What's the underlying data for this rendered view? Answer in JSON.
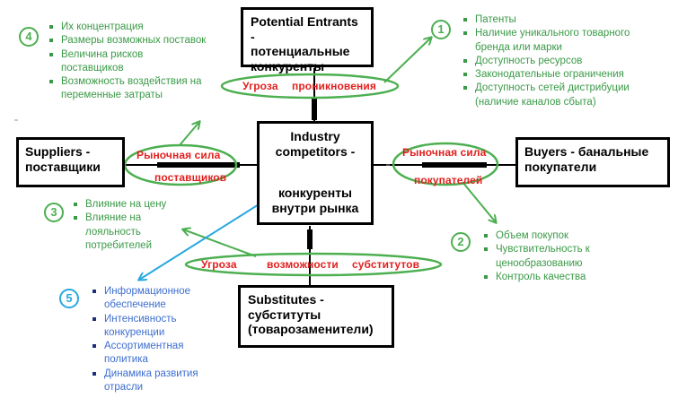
{
  "boxes": {
    "entrants": {
      "line1": "Potential Entrants -",
      "line2": "потенциальные конкуренты"
    },
    "industry": {
      "line1": "Industry competitors -",
      "line2": "конкуренты внутри рынка"
    },
    "suppliers": {
      "line1": "Suppliers -",
      "line2": "поставщики"
    },
    "buyers": {
      "line1": "Buyers - банальные",
      "line2": "покупатели"
    },
    "substitutes": {
      "line1": "Substitutes -",
      "line2": "субституты (товарозаменители)"
    }
  },
  "ovals": {
    "entry": {
      "a": "Угроза",
      "b": "проникновения"
    },
    "supplier_power": {
      "a": "Рыночная сила",
      "b": "поставщиков"
    },
    "buyer_power": {
      "a": "Рыночная сила",
      "b": "покупателей"
    },
    "substitution": {
      "a": "Угроза",
      "b": "возможности",
      "c": "субститутов"
    }
  },
  "numbers": {
    "n1": "1",
    "n2": "2",
    "n3": "3",
    "n4": "4",
    "n5": "5"
  },
  "lists": {
    "barriers": [
      "Патенты",
      "Наличие уникального товарного бренда или марки",
      "Доступность ресурсов",
      "Законодательные ограничения",
      "Доступность сетей дистрибуции (наличие каналов сбыта)"
    ],
    "buyers": [
      "Объем покупок",
      "Чувствительность к ценообразованию",
      "Контроль качества"
    ],
    "suppliers_top": [
      "Их концентрация",
      "Размеры возможных поставок",
      "Величина рисков поставщиков",
      "Возможность воздействия на переменные затраты"
    ],
    "suppliers_mid": [
      "Влияние на цену",
      "Влияние на лояльность потребителей"
    ],
    "rivalry": [
      "Информационное обеспечение",
      "Интенсивность конкуренции",
      "Ассортиментная политика",
      "Динамика развития отрасли"
    ]
  },
  "colors": {
    "green": "#4caf50",
    "green_text": "#3a9a47",
    "red": "#e0211f",
    "blue": "#29a8e0",
    "blue_text": "#3d6ed0",
    "black": "#000000"
  }
}
